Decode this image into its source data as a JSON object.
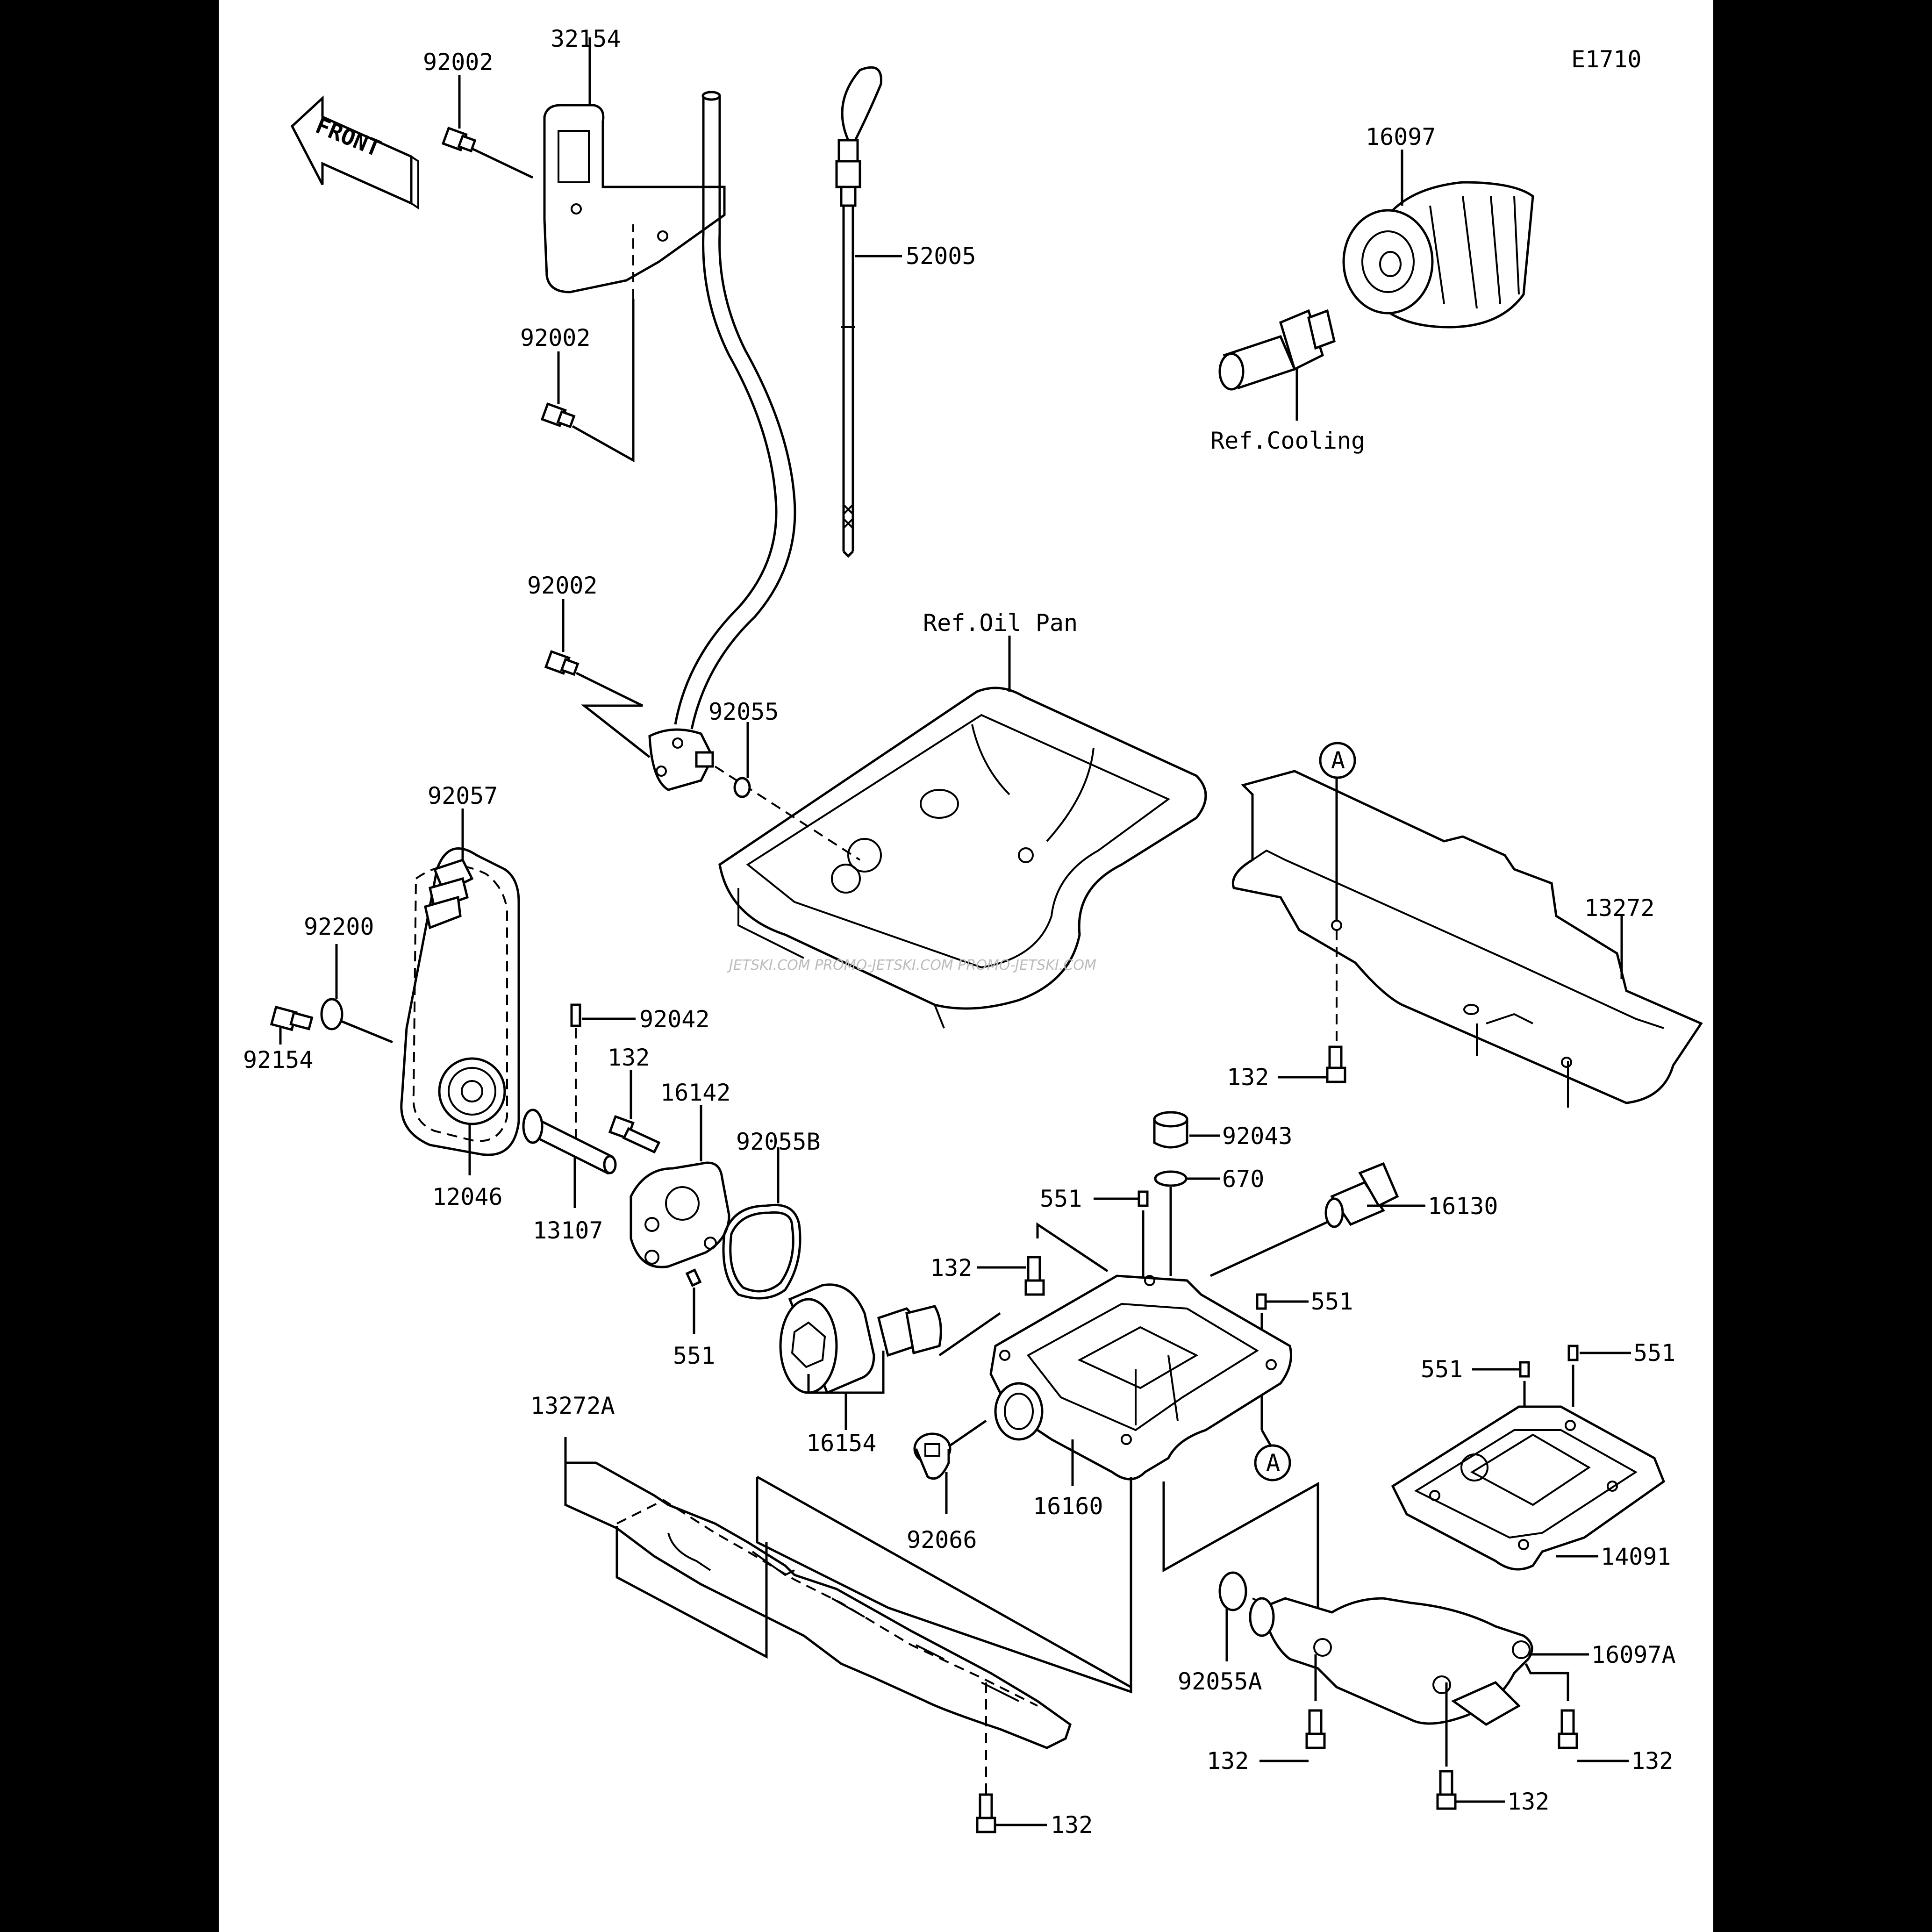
{
  "diagram": {
    "code": "E1710",
    "front_label": "FRONT",
    "watermark": "JETSKI.COM   PROMO-JETSKI.COM   PROMO-JETSKI.COM",
    "refs": {
      "cooling": "Ref.Cooling",
      "oil_pan": "Ref.Oil Pan"
    },
    "callout_a": "A",
    "parts": {
      "p32154": "32154",
      "p92002_top": "92002",
      "p92002_mid": "92002",
      "p92002_low": "92002",
      "p52005": "52005",
      "p16097": "16097",
      "p92055": "92055",
      "p92057": "92057",
      "p92200": "92200",
      "p92154": "92154",
      "p92042": "92042",
      "p132_pump": "132",
      "p16142": "16142",
      "p92055B": "92055B",
      "p12046": "12046",
      "p13107": "13107",
      "p551_pump": "551",
      "p16154": "16154",
      "p13272": "13272",
      "p132_cover": "132",
      "p92043": "92043",
      "p670": "670",
      "p16130": "16130",
      "p551_a": "551",
      "p132_body": "132",
      "p551_b": "551",
      "p551_c": "551",
      "p551_d": "551",
      "p13272A": "13272A",
      "p92066": "92066",
      "p16160": "16160",
      "p14091": "14091",
      "p92055A": "92055A",
      "p16097A": "16097A",
      "p132_f1": "132",
      "p132_f2": "132",
      "p132_f3": "132",
      "p132_bottom": "132"
    }
  }
}
